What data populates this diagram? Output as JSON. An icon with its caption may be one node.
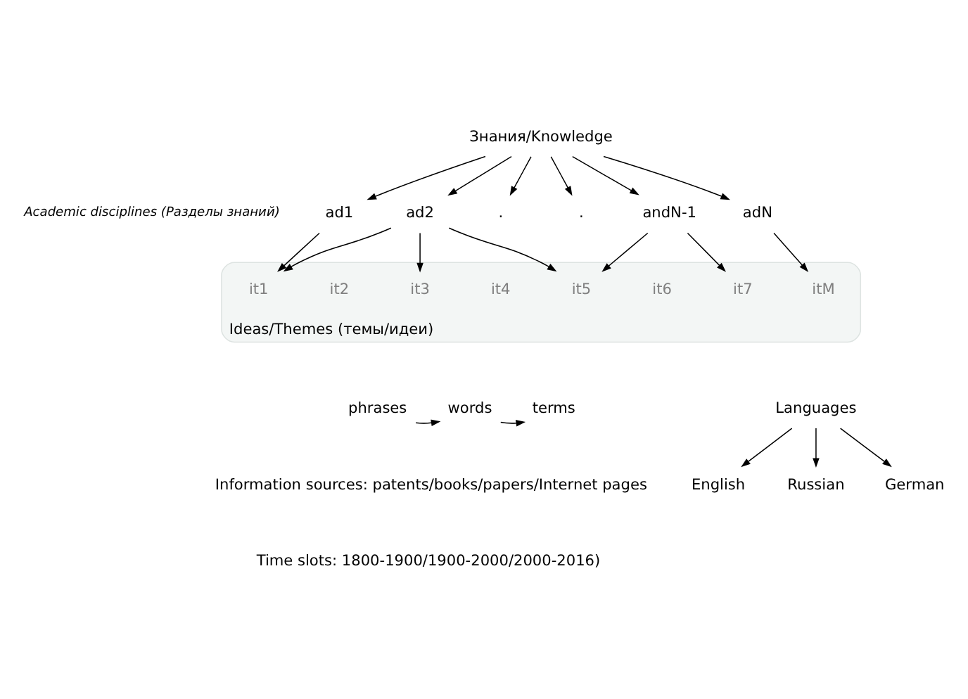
{
  "diagram": {
    "nodes": [
      {
        "text": [
          "Знания/Knowledge"
        ]
      },
      {
        "text": [
          "ad1"
        ]
      },
      {
        "text": [
          "ad2"
        ]
      },
      {
        "text": [
          "."
        ]
      },
      {
        "text": [
          "."
        ]
      },
      {
        "text": [
          "andN-1"
        ]
      },
      {
        "text": [
          "adN"
        ]
      },
      {
        "text": [
          "Ideas/Themes (темы/идеи)"
        ]
      },
      {
        "text": [
          "it1"
        ],
        "in": 7
      },
      {
        "text": [
          "it2"
        ],
        "in": 7
      },
      {
        "text": [
          "it3"
        ],
        "in": 7
      },
      {
        "text": [
          "it4"
        ],
        "in": 7
      },
      {
        "text": [
          "it5"
        ],
        "in": 7
      },
      {
        "text": [
          "it6"
        ],
        "in": 7
      },
      {
        "text": [
          "it7"
        ],
        "in": 7
      },
      {
        "text": [
          "itM"
        ],
        "in": 7
      },
      {
        "text": [
          "phrases"
        ]
      },
      {
        "text": [
          "words"
        ]
      },
      {
        "text": [
          "terms"
        ]
      },
      {
        "text": [
          "Languages"
        ]
      },
      {
        "text": [
          "English"
        ]
      },
      {
        "text": [
          "Russian"
        ]
      },
      {
        "text": [
          "German"
        ]
      }
    ],
    "edges": [
      {
        "from": 0,
        "to": 1,
        "arrow": "to"
      },
      {
        "from": 0,
        "to": 2,
        "arrow": "to"
      },
      {
        "from": 0,
        "to": 3,
        "arrow": "to"
      },
      {
        "from": 0,
        "to": 4,
        "arrow": "to"
      },
      {
        "from": 0,
        "to": 5,
        "arrow": "to"
      },
      {
        "from": 0,
        "to": 6,
        "arrow": "to"
      },
      {
        "from": 1,
        "to": 8,
        "arrow": "to"
      },
      {
        "from": 2,
        "to": 8,
        "arrow": "to"
      },
      {
        "from": 2,
        "to": 10,
        "arrow": "to"
      },
      {
        "from": 2,
        "to": 12,
        "arrow": "to"
      },
      {
        "from": 5,
        "to": 12,
        "arrow": "to"
      },
      {
        "from": 5,
        "to": 14,
        "arrow": "to"
      },
      {
        "from": 6,
        "to": 15,
        "arrow": "to"
      },
      {
        "from": 16,
        "to": 17,
        "arrow": "to"
      },
      {
        "from": 17,
        "to": 18,
        "arrow": "to"
      },
      {
        "from": 19,
        "to": 20,
        "arrow": "to"
      },
      {
        "from": 19,
        "to": 21,
        "arrow": "to"
      },
      {
        "from": 19,
        "to": 22,
        "arrow": "to"
      }
    ],
    "labels": [
      "Academic disciplines (Разделы знаний)",
      "Information sources: patents/books/papers/Internet pages",
      "Time slots: 1800-1900/1900-2000/2000-2016)"
    ]
  }
}
